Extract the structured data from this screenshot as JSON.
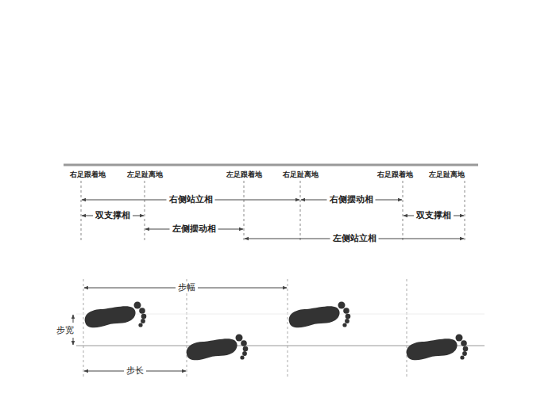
{
  "diagram": {
    "labels": [
      "右足跟着地",
      "左足趾离地",
      "左足跟着地",
      "右足趾离地",
      "右足跟着地",
      "左足趾离地",
      "右侧站立相",
      "右侧摆动相",
      "双支撑相",
      "左侧摆动相",
      "双支撑相",
      "左侧站立相",
      "步幅",
      "步宽",
      "步长"
    ]
  }
}
